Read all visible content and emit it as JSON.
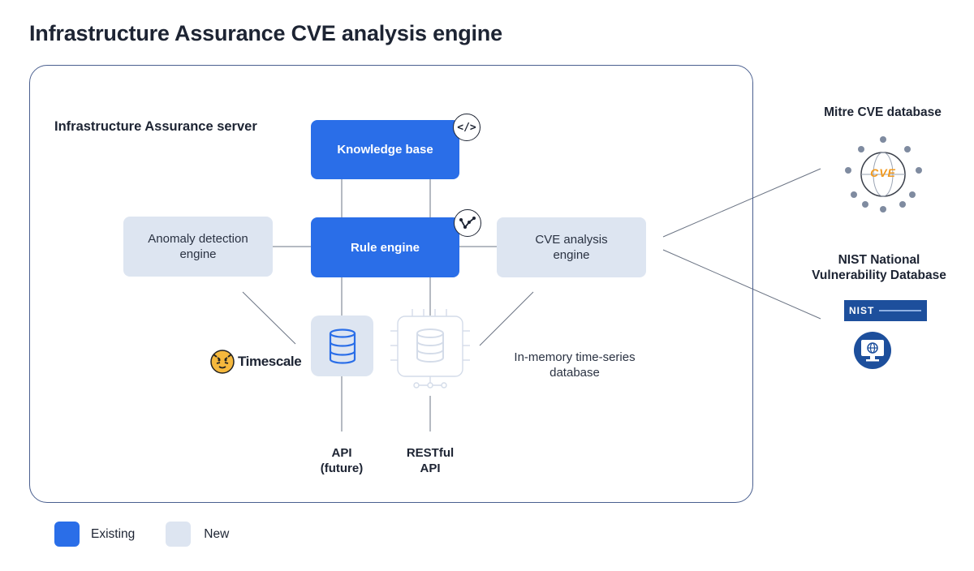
{
  "title": "Infrastructure Assurance CVE analysis engine",
  "server": {
    "label": "Infrastructure Assurance server",
    "knowledge_base": "Knowledge base",
    "knowledge_base_badge": "</>",
    "rule_engine": "Rule engine",
    "anomaly_engine": "Anomaly detection engine",
    "cve_engine": "CVE analysis engine",
    "timescale_label": "Timescale",
    "inmemory_db_label": "In-memory time-series database",
    "api_future": "API (future)",
    "restful_api": "RESTful API"
  },
  "external": {
    "mitre_title": "Mitre CVE database",
    "mitre_logo_text": "CVE",
    "nist_title": "NIST National Vulnerability Database",
    "nist_logo_text": "NIST"
  },
  "legend": {
    "existing": "Existing",
    "new": "New"
  },
  "colors": {
    "existing": "#2a6ee8",
    "new": "#dde5f1",
    "frame": "#4a5f8f",
    "cve_orange": "#f29a1f",
    "nist_blue": "#1d4f9c"
  }
}
